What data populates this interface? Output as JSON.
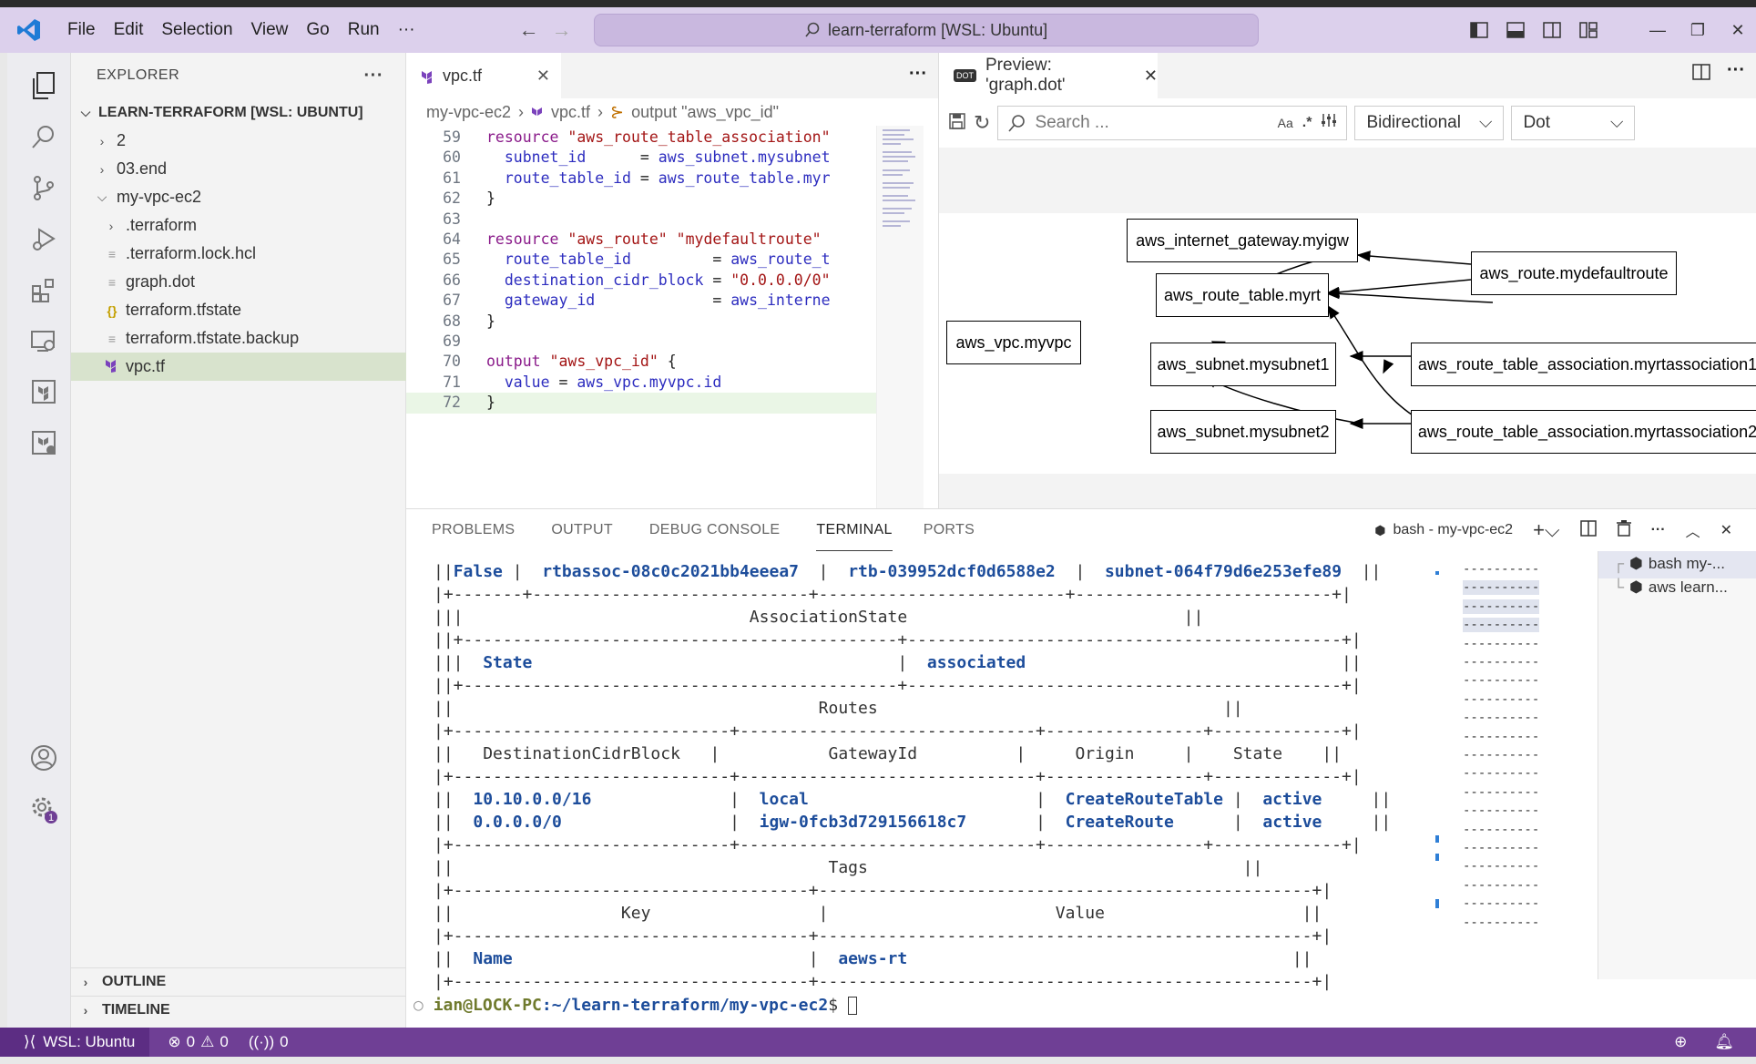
{
  "titlebar": {
    "menu": [
      "File",
      "Edit",
      "Selection",
      "View",
      "Go",
      "Run",
      "···"
    ],
    "command_center": "learn-terraform [WSL: Ubuntu]"
  },
  "sidebar": {
    "title": "EXPLORER",
    "more": "···",
    "root": "LEARN-TERRAFORM [WSL: UBUNTU]",
    "items": [
      {
        "label": "2",
        "type": "folder"
      },
      {
        "label": "03.end",
        "type": "folder"
      },
      {
        "label": "my-vpc-ec2",
        "type": "folder-open"
      },
      {
        "label": ".terraform",
        "type": "folder"
      },
      {
        "label": ".terraform.lock.hcl",
        "type": "file"
      },
      {
        "label": "graph.dot",
        "type": "file"
      },
      {
        "label": "terraform.tfstate",
        "type": "json"
      },
      {
        "label": "terraform.tfstate.backup",
        "type": "file"
      },
      {
        "label": "vpc.tf",
        "type": "terraform"
      }
    ],
    "outline": "OUTLINE",
    "timeline": "TIMELINE"
  },
  "editor": {
    "tab": "vpc.tf",
    "more": "···",
    "breadcrumb": [
      "my-vpc-ec2",
      "vpc.tf",
      "output \"aws_vpc_id\""
    ],
    "lines": [
      {
        "n": "59",
        "text": "resource \"aws_route_table_association\""
      },
      {
        "n": "60",
        "text": "  subnet_id      = aws_subnet.mysubnet"
      },
      {
        "n": "61",
        "text": "  route_table_id = aws_route_table.myr"
      },
      {
        "n": "62",
        "text": "}"
      },
      {
        "n": "63",
        "text": ""
      },
      {
        "n": "64",
        "text": "resource \"aws_route\" \"mydefaultroute\""
      },
      {
        "n": "65",
        "text": "  route_table_id         = aws_route_t"
      },
      {
        "n": "66",
        "text": "  destination_cidr_block = \"0.0.0.0/0\""
      },
      {
        "n": "67",
        "text": "  gateway_id             = aws_interne"
      },
      {
        "n": "68",
        "text": "}"
      },
      {
        "n": "69",
        "text": ""
      },
      {
        "n": "70",
        "text": "output \"aws_vpc_id\" {"
      },
      {
        "n": "71",
        "text": "  value = aws_vpc.myvpc.id"
      },
      {
        "n": "72",
        "text": "}"
      }
    ]
  },
  "preview": {
    "tab": "Preview: 'graph.dot'",
    "tab_badge": "DOT",
    "search_placeholder": "Search ...",
    "aa": "Aa",
    "regex": ".*",
    "direction": "Bidirectional",
    "engine": "Dot",
    "nodes": {
      "igw": "aws_internet_gateway.myigw",
      "defroute": "aws_route.mydefaultroute",
      "rt": "aws_route_table.myrt",
      "vpc": "aws_vpc.myvpc",
      "sn1": "aws_subnet.mysubnet1",
      "sn2": "aws_subnet.mysubnet2",
      "rta1": "aws_route_table_association.myrtassociation1",
      "rta2": "aws_route_table_association.myrtassociation2"
    }
  },
  "panel": {
    "tabs": [
      "PROBLEMS",
      "OUTPUT",
      "DEBUG CONSOLE",
      "TERMINAL",
      "PORTS"
    ],
    "active_tab": "TERMINAL",
    "shell": "bash - my-vpc-ec2",
    "terminals": [
      "bash my-...",
      "aws learn..."
    ],
    "terminal_lines": [
      "||False |  rtbassoc-08c0c2021bb4eeea7  |  rtb-039952dcf0d6588e2  |  subnet-064f79d6e253efe89  ||",
      "|+-------+-----------------------------+-------------------------+---------------------------+|",
      "|||                               AssociationState                                          ||",
      "||+-------------------------------------------+----------------------------------------------+|",
      "|||  State                                    |  associated                                  ||",
      "||+-------------------------------------------+----------------------------------------------+|",
      "||                                      Routes                                              ||",
      "|+-------------------------------------+---------------------------------+------------+----+|",
      "||  DestinationCidrBlock    |          GatewayId           |     Origin       |   State    ||",
      "|+--------------------------+------------------------------+------------------+------------+|",
      "||  10.10.0.0/16            |  local                       |  CreateRouteTable |  active   ||",
      "||  0.0.0.0/0               |  igw-0fcb3d729156618c7       |  CreateRoute      |  active   ||",
      "|+--------------------------+------------------------------+-------------------+-----------+|",
      "||                                       Tags                                               ||",
      "|+---------------------------------------+--------------------------------------------------+|",
      "||                 Key                   |                      Value                       ||",
      "|+---------------------------------------+--------------------------------------------------+|",
      "||  Name                                 |  aews-rt                                         ||",
      "|+---------------------------------------+--------------------------------------------------+|"
    ],
    "row0": {
      "bool": "False",
      "assoc": "rtbassoc-08c0c2021bb4eeea7",
      "rtb": "rtb-039952dcf0d6588e2",
      "subnet": "subnet-064f79d6e253efe89"
    },
    "assoc_title": "AssociationState",
    "assoc_key": "State",
    "assoc_val": "associated",
    "routes_title": "Routes",
    "routes_headers": [
      "DestinationCidrBlock",
      "GatewayId",
      "Origin",
      "State"
    ],
    "routes": [
      [
        "10.10.0.0/16",
        "local",
        "CreateRouteTable",
        "active"
      ],
      [
        "0.0.0.0/0",
        "igw-0fcb3d729156618c7",
        "CreateRoute",
        "active"
      ]
    ],
    "tags_title": "Tags",
    "tags_headers": [
      "Key",
      "Value"
    ],
    "tags": [
      [
        "Name",
        "aews-rt"
      ]
    ],
    "prompt_user": "ian@LOCK-PC",
    "prompt_path": ":~/learn-terraform/my-vpc-ec2",
    "prompt_sign": "$",
    "dashes": "----------"
  },
  "statusbar": {
    "remote": "WSL: Ubuntu",
    "errors": "0",
    "warnings": "0",
    "ports": "0"
  },
  "colors": {
    "titlebar": "#dcd0ec",
    "statusbar": "#6f3f95",
    "accent": "#8a1b8a"
  }
}
